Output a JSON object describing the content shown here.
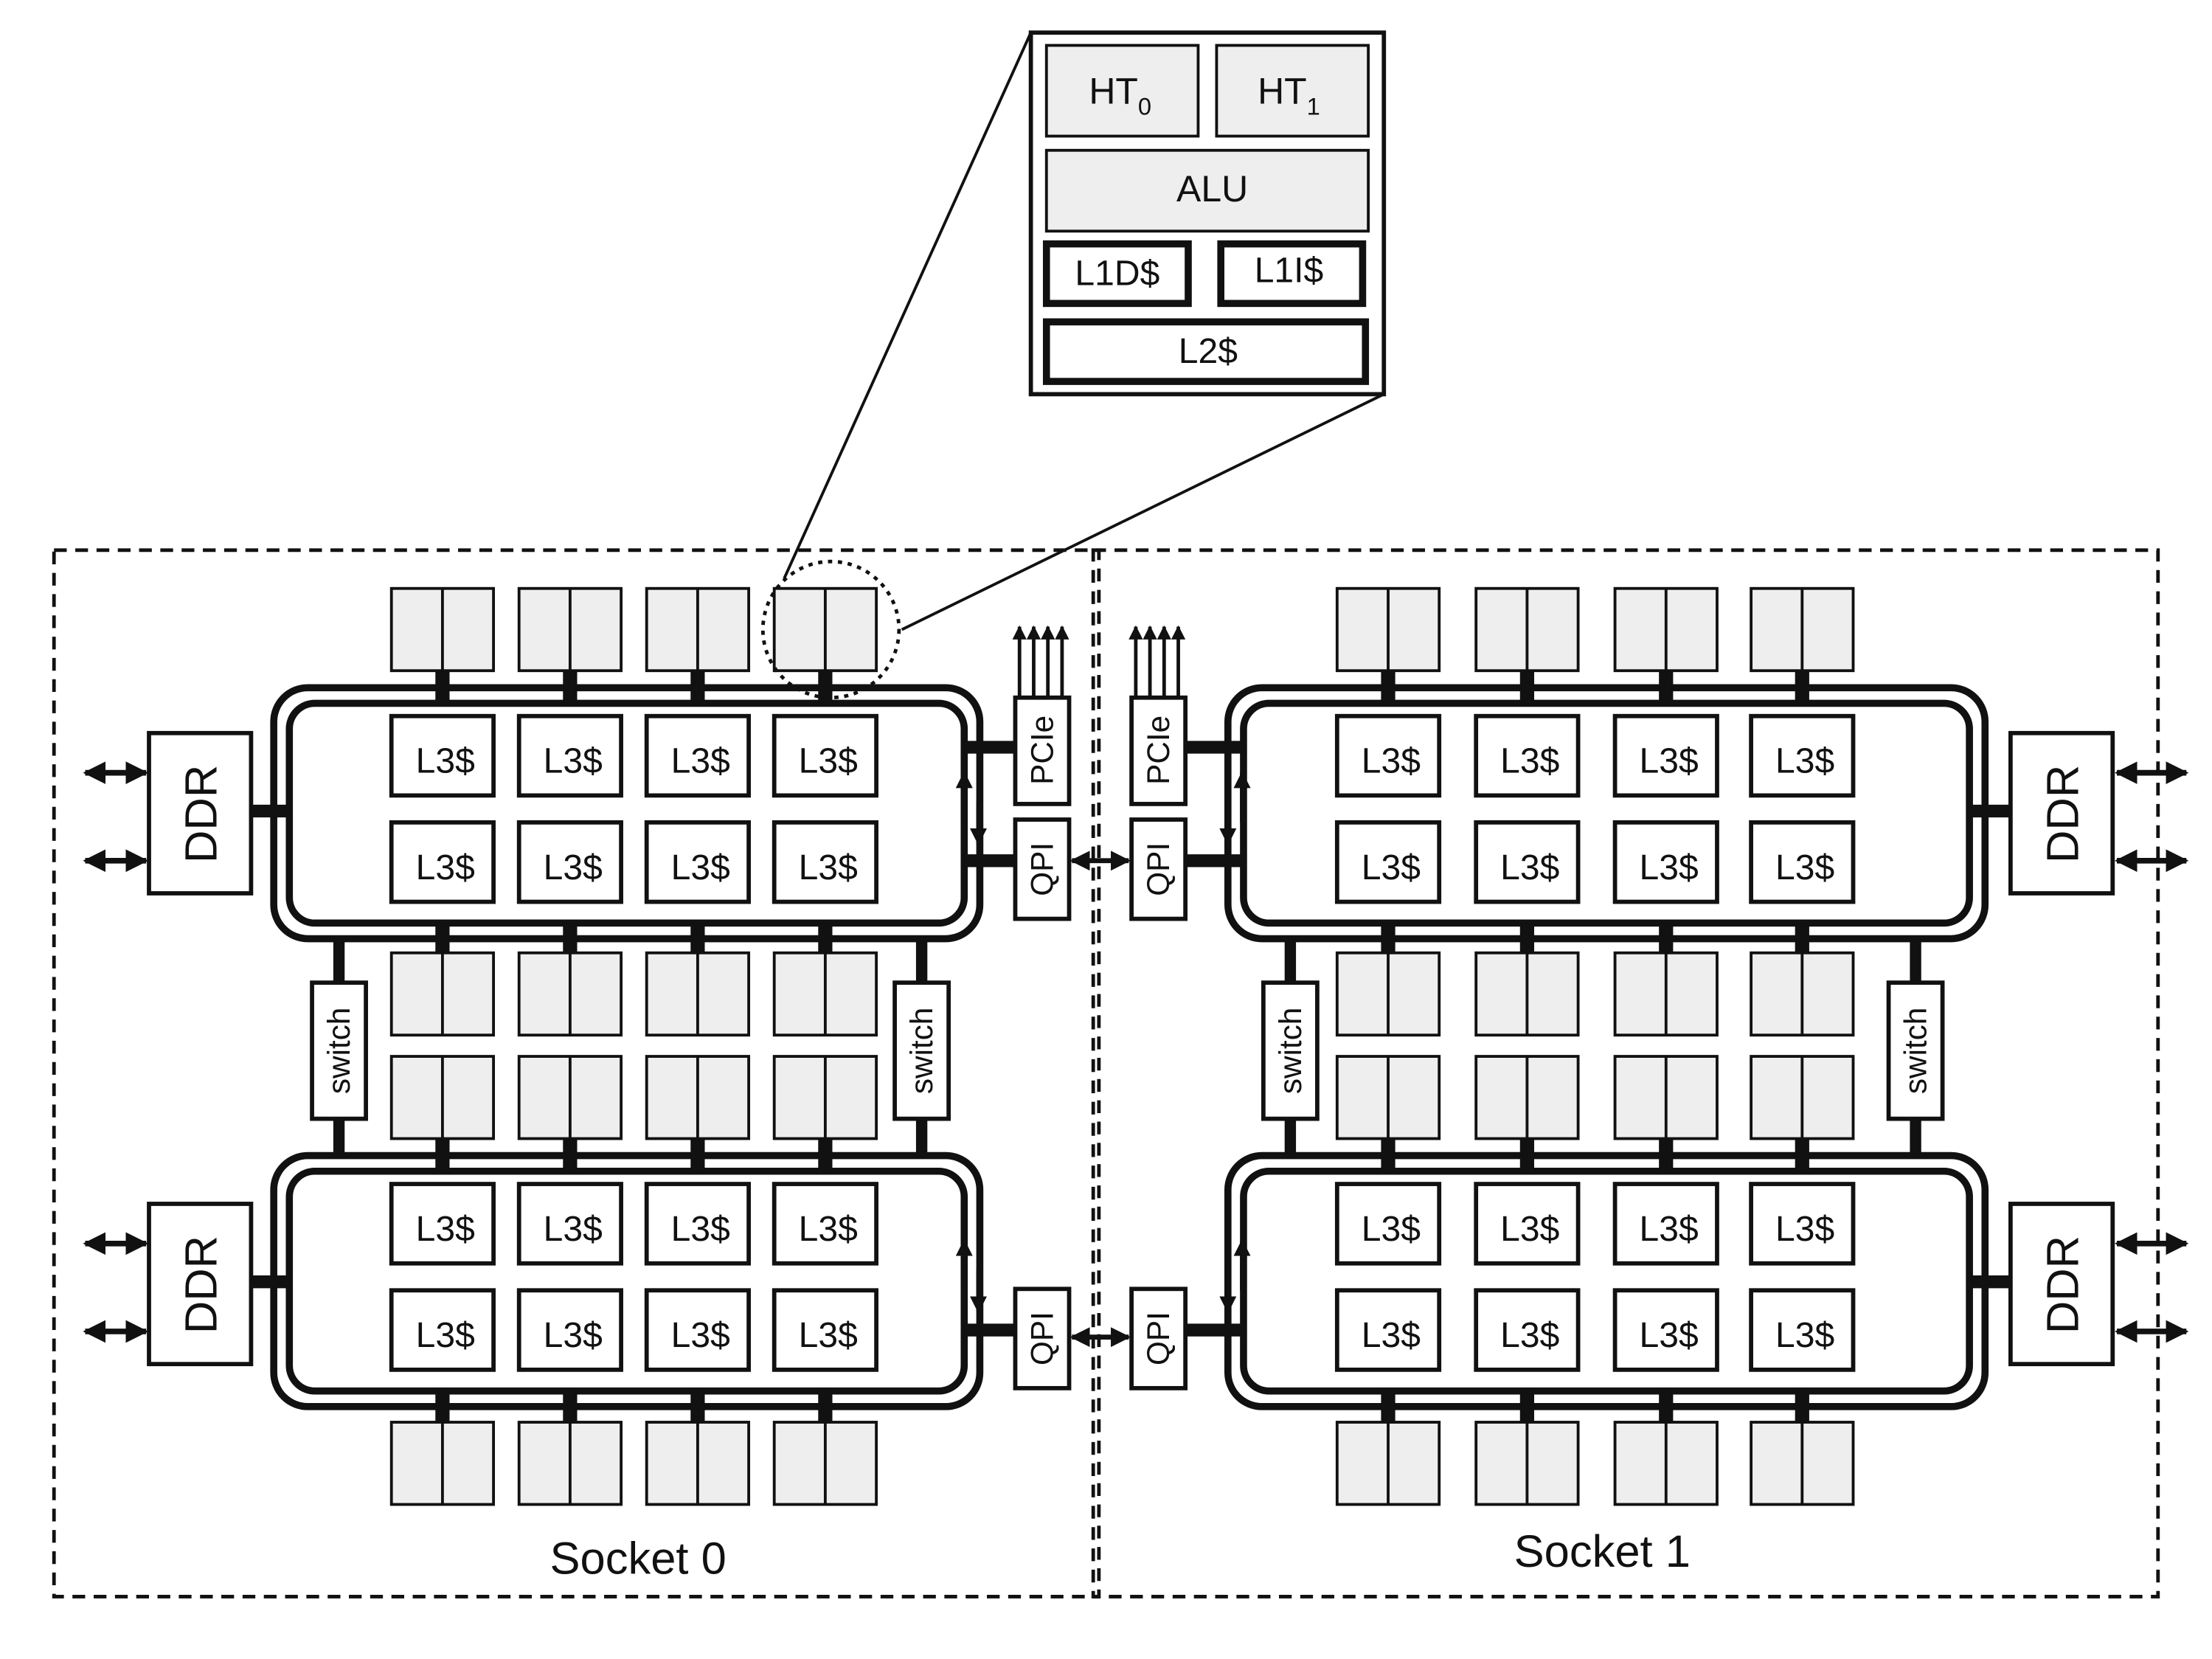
{
  "zoom": {
    "ht0": "HT",
    "ht0_sub": "0",
    "ht1": "HT",
    "ht1_sub": "1",
    "alu": "ALU",
    "l1d": "L1D$",
    "l1i": "L1I$",
    "l2": "L2$"
  },
  "labels": {
    "l3": "L3$",
    "ddr": "DDR",
    "switch": "switch",
    "qpi": "QPI",
    "pcie": "PCIe"
  },
  "sockets": [
    {
      "label": "Socket 0"
    },
    {
      "label": "Socket 1"
    }
  ],
  "colors": {
    "core_fill": "#eeeeee",
    "stroke": "#111111",
    "background": "#ffffff"
  }
}
